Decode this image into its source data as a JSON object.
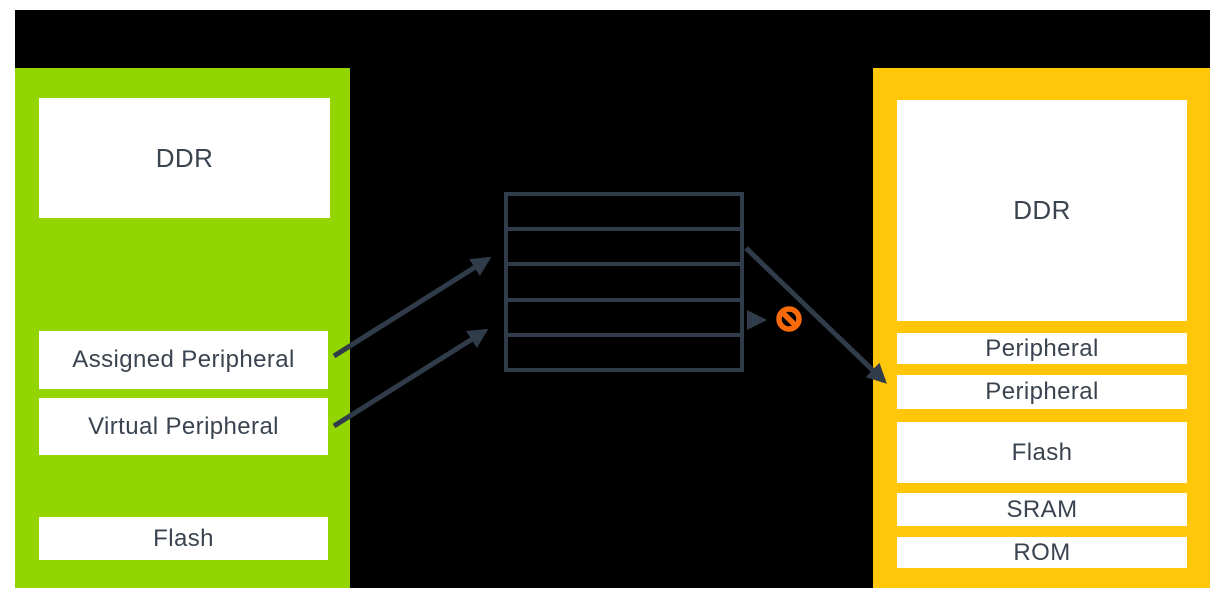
{
  "diagram": {
    "guest_column": {
      "color": "#93D500",
      "blocks": [
        "DDR",
        "Assigned Peripheral",
        "Virtual Peripheral",
        "Flash"
      ]
    },
    "page_table": {
      "rows": 5,
      "line_color": "#303C4A"
    },
    "host_column": {
      "color": "#FFC60A",
      "blocks": [
        "DDR",
        "Peripheral",
        "Peripheral",
        "Flash",
        "SRAM",
        "ROM"
      ]
    },
    "no_entry_icon": {
      "color": "#F66A0A"
    },
    "background_color": "#000000"
  }
}
